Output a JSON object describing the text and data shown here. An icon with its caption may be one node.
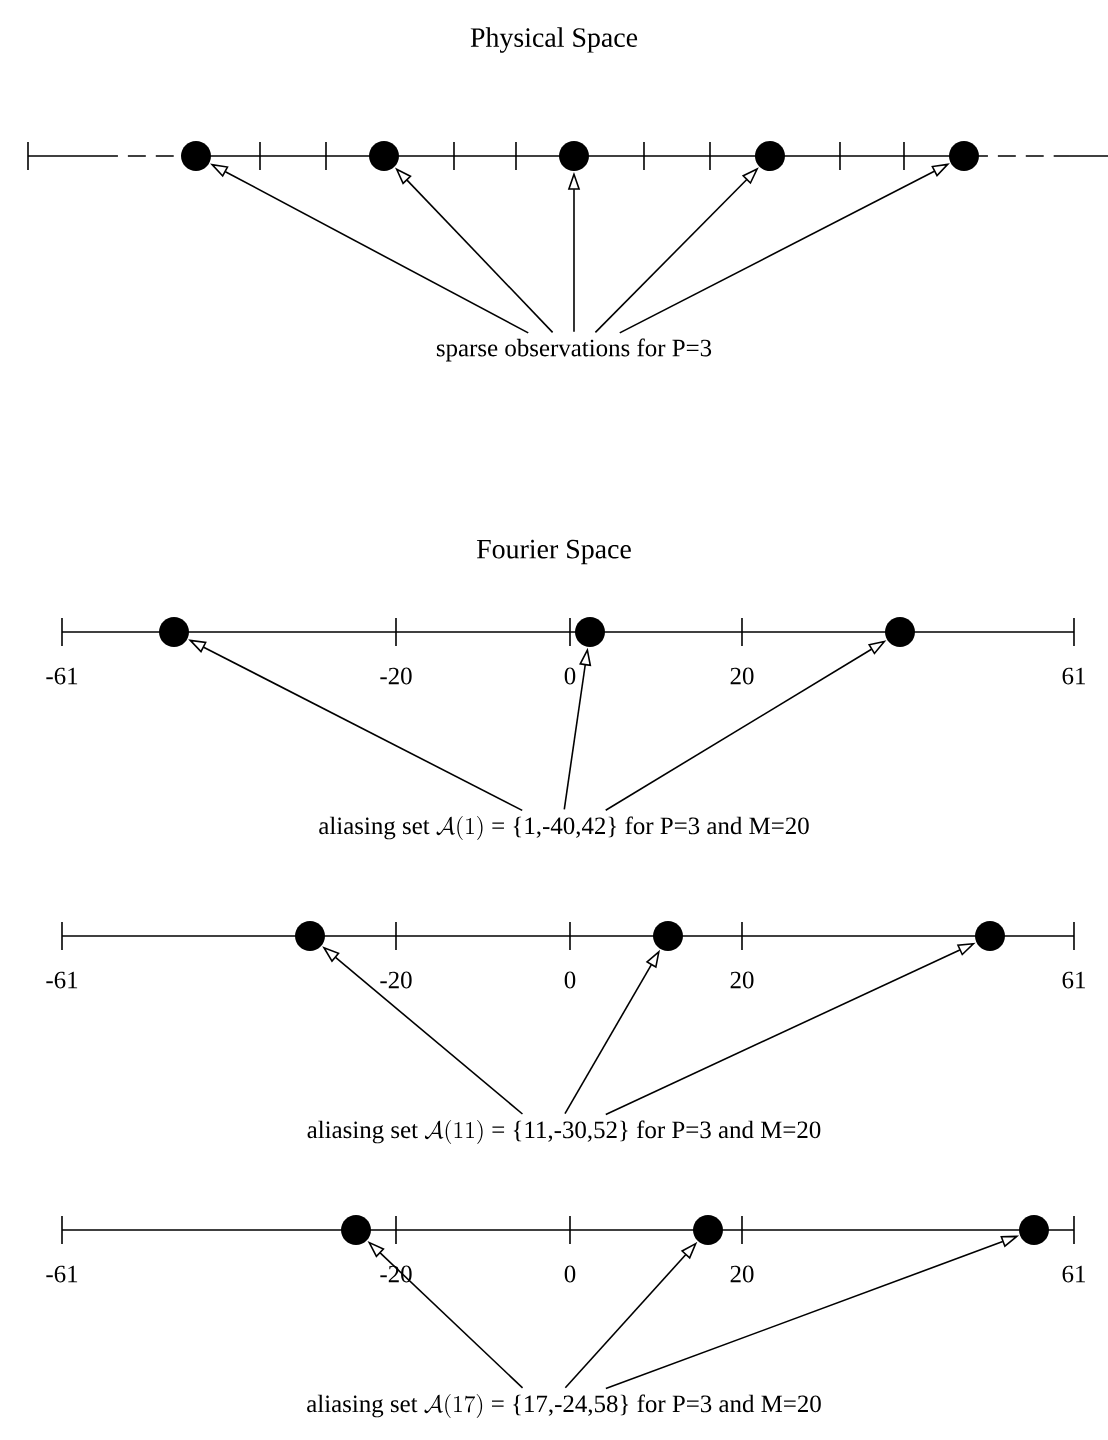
{
  "diagram": {
    "nodes": [
      {
        "text": [],
        "shape": "circle"
      },
      {
        "text": [],
        "shape": "circle"
      },
      {
        "text": [],
        "shape": "circle"
      },
      {
        "text": [],
        "shape": "circle"
      },
      {
        "text": [],
        "shape": "circle"
      },
      {
        "text": [
          "sparse observations for P=3"
        ]
      },
      {
        "text": [],
        "shape": "circle"
      },
      {
        "text": [],
        "shape": "circle"
      },
      {
        "text": [],
        "shape": "circle"
      },
      {
        "text": [
          "aliasing set",
          "\\mathcal{A}(1)",
          "= {1,-40,42} for P=3 and M=20"
        ]
      },
      {
        "text": [],
        "shape": "circle"
      },
      {
        "text": [],
        "shape": "circle"
      },
      {
        "text": [],
        "shape": "circle"
      },
      {
        "text": [
          "aliasing set",
          "\\mathcal{A}(11)",
          "= {11,-30,52} for P=3 and M=20"
        ]
      },
      {
        "text": [],
        "shape": "circle"
      },
      {
        "text": [],
        "shape": "circle"
      },
      {
        "text": [],
        "shape": "circle"
      },
      {
        "text": [
          "aliasing set",
          "\\mathcal{A}(17)",
          "= {17,-24,58} for P=3 and M=20"
        ]
      }
    ],
    "edges": [
      {
        "from": 5,
        "to": 0,
        "arrow": "to"
      },
      {
        "from": 5,
        "to": 1,
        "arrow": "to"
      },
      {
        "from": 5,
        "to": 2,
        "arrow": "to"
      },
      {
        "from": 5,
        "to": 3,
        "arrow": "to"
      },
      {
        "from": 5,
        "to": 4,
        "arrow": "to"
      },
      {
        "from": 9,
        "to": 6,
        "arrow": "to"
      },
      {
        "from": 9,
        "to": 7,
        "arrow": "to"
      },
      {
        "from": 9,
        "to": 8,
        "arrow": "to"
      },
      {
        "from": 13,
        "to": 10,
        "arrow": "to"
      },
      {
        "from": 13,
        "to": 11,
        "arrow": "to"
      },
      {
        "from": 13,
        "to": 12,
        "arrow": "to"
      },
      {
        "from": 17,
        "to": 14,
        "arrow": "to"
      },
      {
        "from": 17,
        "to": 15,
        "arrow": "to"
      },
      {
        "from": 17,
        "to": 16,
        "arrow": "to"
      }
    ],
    "labels": [
      "Physical Space",
      "Fourier Space",
      "-61",
      "-20",
      "0",
      "20",
      "61",
      "-61",
      "-20",
      "0",
      "20",
      "61",
      "-61",
      "-20",
      "0",
      "20",
      "61"
    ]
  }
}
